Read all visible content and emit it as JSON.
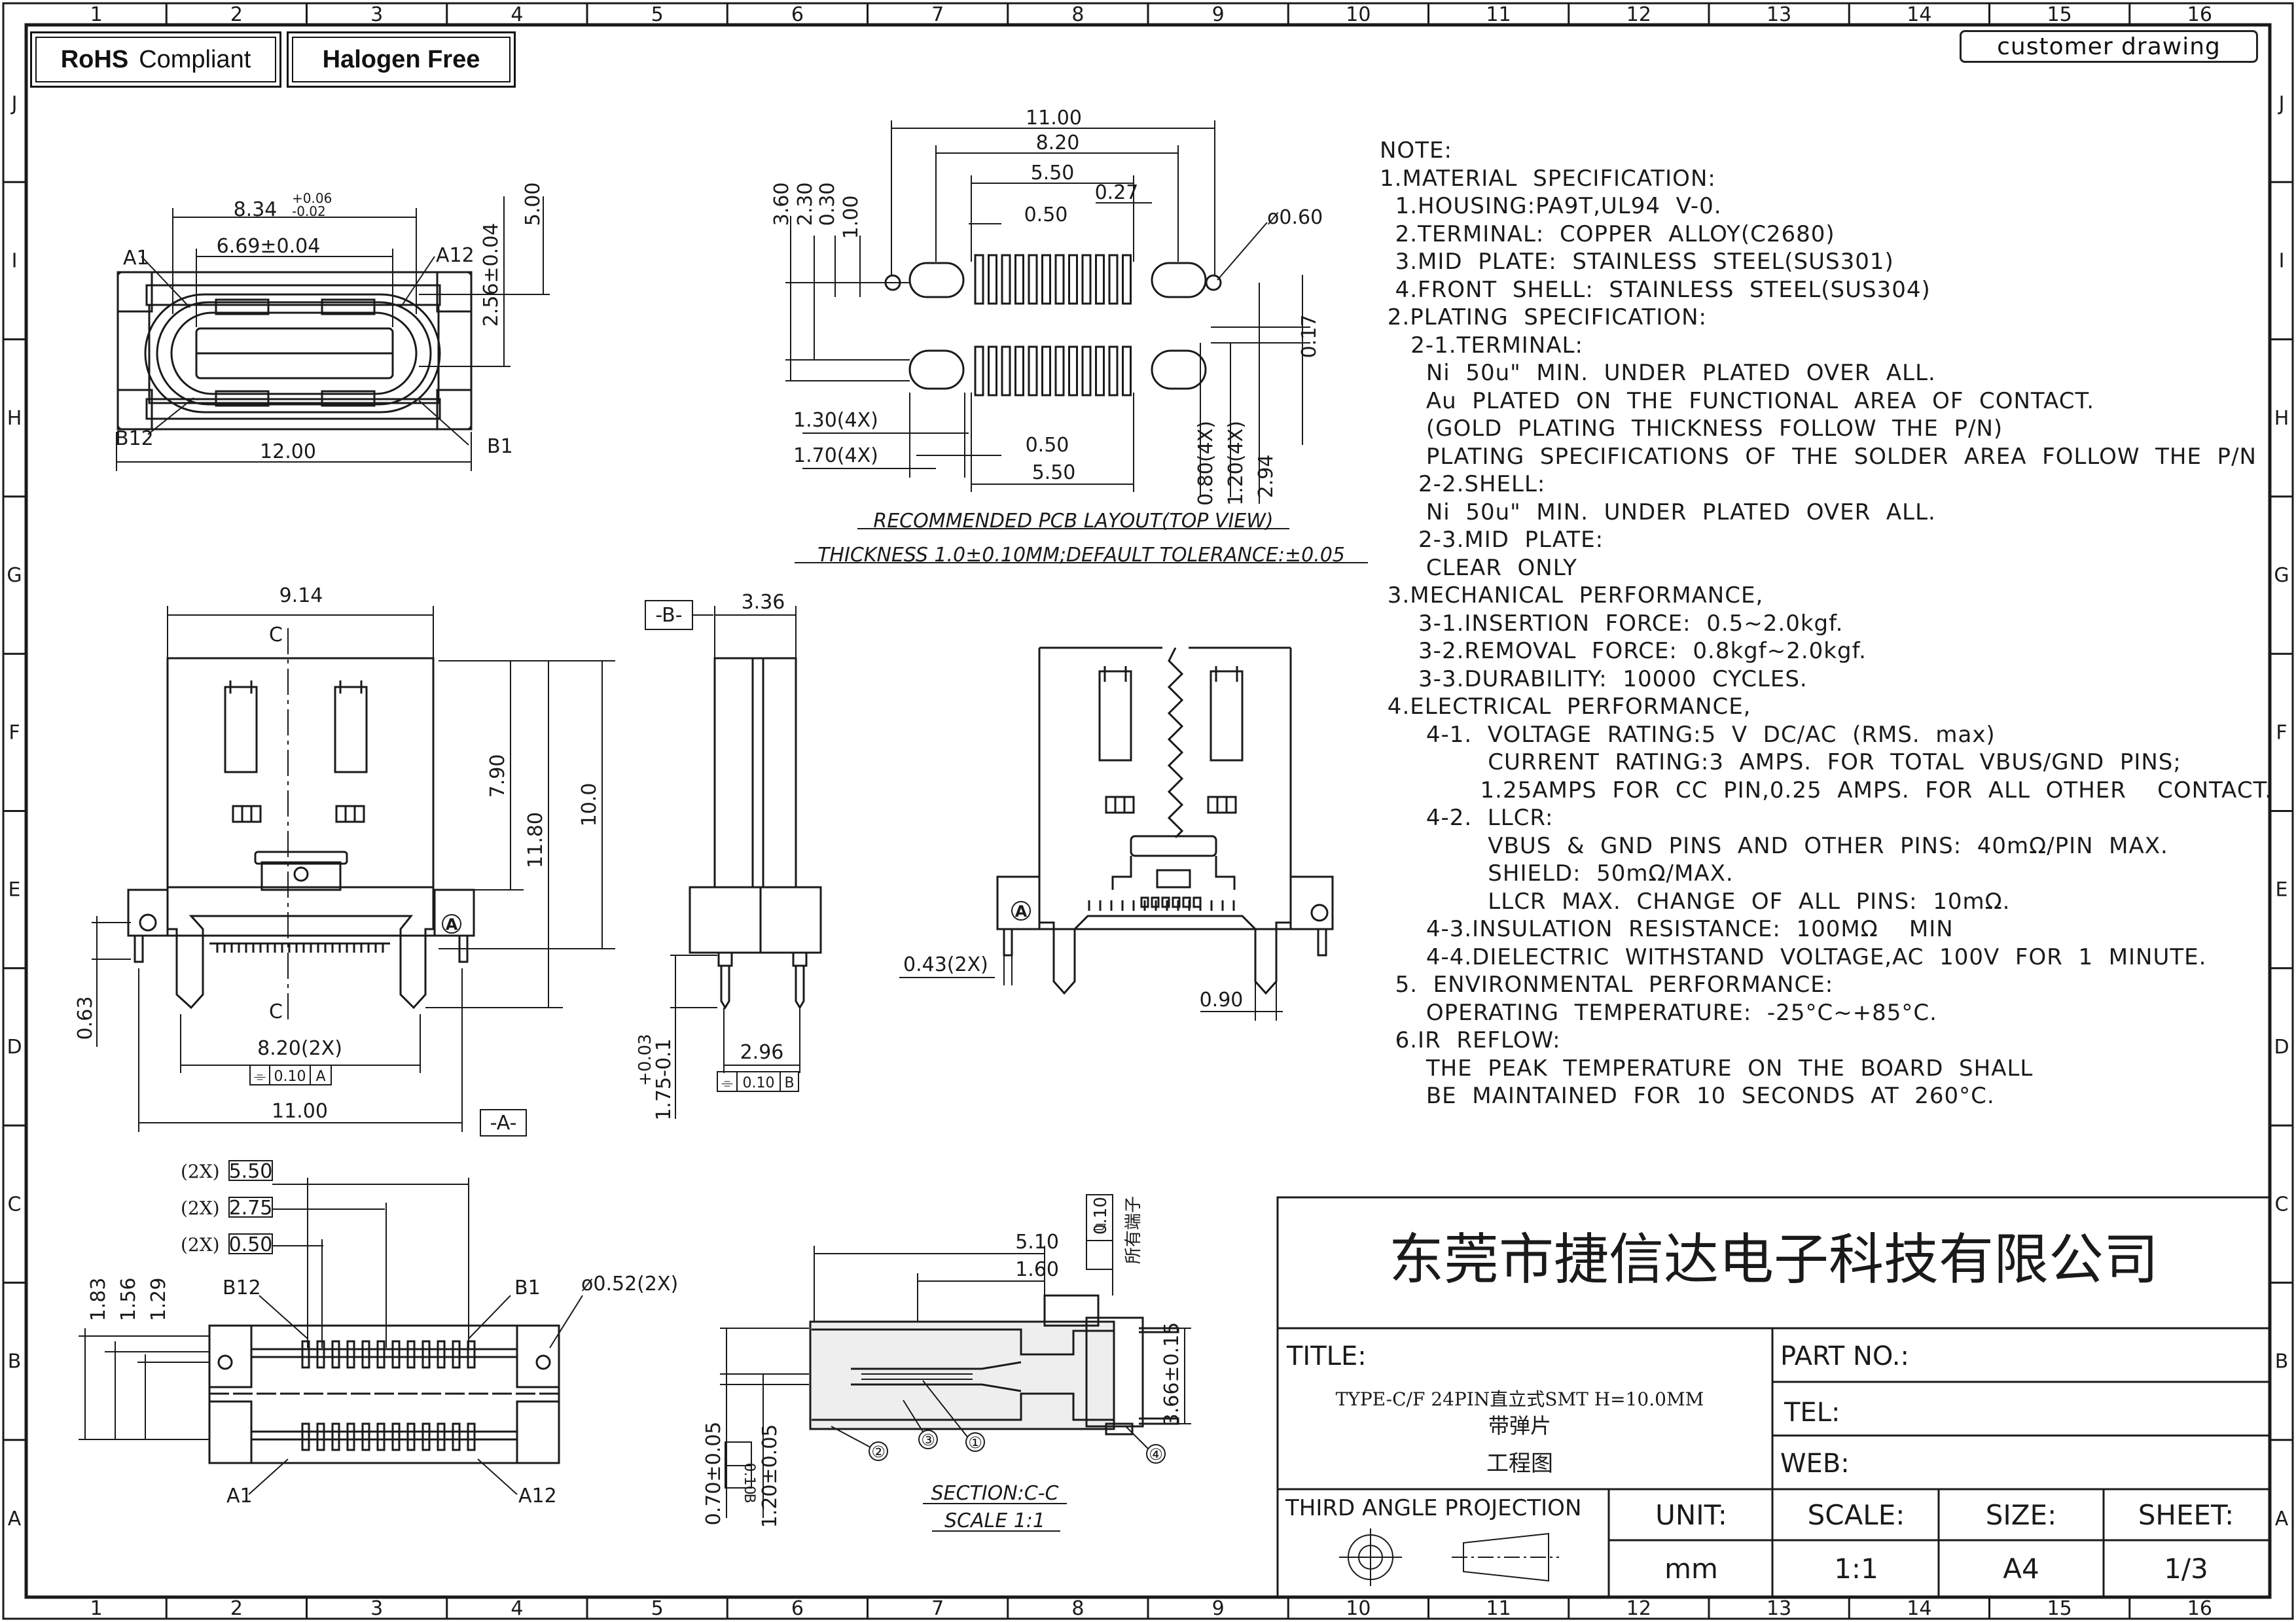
{
  "badges": {
    "rohs_bold": "RoHS",
    "rohs_rest": "Compliant",
    "halogen": "Halogen Free",
    "customer": "customer drawing"
  },
  "grid": {
    "cols": [
      "1",
      "2",
      "3",
      "4",
      "5",
      "6",
      "7",
      "8",
      "9",
      "10",
      "11",
      "12",
      "13",
      "14",
      "15",
      "16"
    ],
    "rows": [
      "J",
      "I",
      "H",
      "G",
      "F",
      "E",
      "D",
      "C",
      "B",
      "A"
    ]
  },
  "top_view": {
    "d1": "8.34",
    "d1_tol_plus": "+0.06",
    "d1_tol_minus": "-0.02",
    "d2": "6.69±0.04",
    "d3": "12.00",
    "h1": "2.56±0.04",
    "h2": "5.00",
    "a1": "A1",
    "a12": "A12",
    "b12": "B12",
    "b1": "B1"
  },
  "pcb_layout": {
    "d_11": "11.00",
    "d_820": "8.20",
    "d_550": "5.50",
    "d_027": "0.27",
    "d_050": "0.50",
    "d_060": "ø0.60",
    "v_360": "3.60",
    "v_230": "2.30",
    "v_030": "0.30",
    "v_100": "1.00",
    "v_017": "0.17",
    "l_130": "1.30(4X)",
    "l_170": "1.70(4X)",
    "b_050": "0.50",
    "b_550": "5.50",
    "v_080": "0.80(4X)",
    "v_120": "1.20(4X)",
    "v_294": "2.94",
    "caption1": "RECOMMENDED  PCB  LAYOUT(TOP  VIEW)",
    "caption2": "THICKNESS  1.0±0.10MM;DEFAULT  TOLERANCE:±0.05"
  },
  "front_view": {
    "d_914": "9.14",
    "c_label": "C",
    "v_790": "7.90",
    "v_1180": "11.80",
    "v_100": "10.0",
    "v_063": "0.63",
    "d_820": "8.20(2X)",
    "tol": "0.10",
    "datum_ref": "A",
    "d_1100": "11.00",
    "datum": "-A-",
    "mark": "A"
  },
  "side_view": {
    "datum": "-B-",
    "d_336": "3.36",
    "d_296": "2.96",
    "tol": "0.10",
    "datum_ref": "B",
    "v_tol": "+0.03",
    "v_175": "1.75-0.1"
  },
  "back_view": {
    "d_043": "0.43(2X)",
    "d_090": "0.90",
    "mark": "A"
  },
  "bottom_view": {
    "x2": "(2X)",
    "d_550": "5.50",
    "d_275": "2.75",
    "d_050": "0.50",
    "v_183": "1.83",
    "v_156": "1.56",
    "v_129": "1.29",
    "b12": "B12",
    "b1": "B1",
    "hole": "ø0.52(2X)",
    "a1": "A1",
    "a12": "A12"
  },
  "section": {
    "d_510": "5.10",
    "d_160": "1.60",
    "flat_tol": "0.10",
    "flat_note": "所有端子",
    "v_366": "3.66±0.15",
    "v_070": "0.70±0.05",
    "v_tol": "0.10",
    "datum_ref": "B",
    "v_120": "1.20±0.05",
    "balloons": [
      "①",
      "②",
      "③",
      "④"
    ],
    "caption1": "SECTION:C-C",
    "caption2": "SCALE  1:1"
  },
  "notes": [
    "NOTE:",
    "1.MATERIAL  SPECIFICATION:",
    "  1.HOUSING:PA9T,UL94  V-0.",
    "  2.TERMINAL:  COPPER  ALLOY(C2680)",
    "  3.MID  PLATE:  STAINLESS  STEEL(SUS301)",
    "  4.FRONT  SHELL:  STAINLESS  STEEL(SUS304)",
    " 2.PLATING  SPECIFICATION:",
    "    2-1.TERMINAL:",
    "      Ni  50u\"  MIN.  UNDER  PLATED  OVER  ALL.",
    "      Au  PLATED  ON  THE  FUNCTIONAL  AREA  OF  CONTACT.",
    "      (GOLD  PLATING  THICKNESS  FOLLOW  THE  P/N)",
    "      PLATING  SPECIFICATIONS  OF  THE  SOLDER  AREA  FOLLOW  THE  P/N",
    "     2-2.SHELL:",
    "      Ni  50u\"  MIN.  UNDER  PLATED  OVER  ALL.",
    "     2-3.MID  PLATE:",
    "      CLEAR  ONLY",
    " 3.MECHANICAL  PERFORMANCE,",
    "     3-1.INSERTION  FORCE:  0.5~2.0kgf.",
    "     3-2.REMOVAL  FORCE:  0.8kgf~2.0kgf.",
    "     3-3.DURABILITY:  10000  CYCLES.",
    " 4.ELECTRICAL  PERFORMANCE,",
    "      4-1.  VOLTAGE  RATING:5  V  DC/AC  (RMS.  max)",
    "              CURRENT  RATING:3  AMPS.  FOR  TOTAL  VBUS/GND  PINS;",
    "             1.25AMPS  FOR  CC  PIN,0.25  AMPS.  FOR  ALL  OTHER    CONTACT.",
    "      4-2.  LLCR:",
    "              VBUS  &  GND  PINS  AND  OTHER  PINS:  40mΩ/PIN  MAX.",
    "              SHIELD:  50mΩ/MAX.",
    "              LLCR  MAX.  CHANGE  OF  ALL  PINS:  10mΩ.",
    "      4-3.INSULATION  RESISTANCE:  100MΩ    MIN",
    "      4-4.DIELECTRIC  WITHSTAND  VOLTAGE,AC  100V  FOR  1  MINUTE.",
    "  5.  ENVIRONMENTAL  PERFORMANCE:",
    "      OPERATING  TEMPERATURE:  -25°C~+85°C.",
    "  6.IR  REFLOW:",
    "      THE  PEAK  TEMPERATURE  ON  THE  BOARD  SHALL",
    "      BE  MAINTAINED  FOR  10  SECONDS  AT  260°C."
  ],
  "title_block": {
    "company": "东莞市捷信达电子科技有限公司",
    "title_label": "TITLE:",
    "title_line1": "TYPE-C/F  24PIN直立式SMT  H=10.0MM",
    "title_line2": "带弹片",
    "title_line3": "工程图",
    "part_no": "PART  NO.:",
    "tel": "TEL:",
    "web": "WEB:",
    "projection": "THIRD  ANGLE  PROJECTION",
    "unit_label": "UNIT:",
    "unit": "mm",
    "scale_label": "SCALE:",
    "scale": "1:1",
    "size_label": "SIZE:",
    "size": "A4",
    "sheet_label": "SHEET:",
    "sheet": "1/3"
  }
}
